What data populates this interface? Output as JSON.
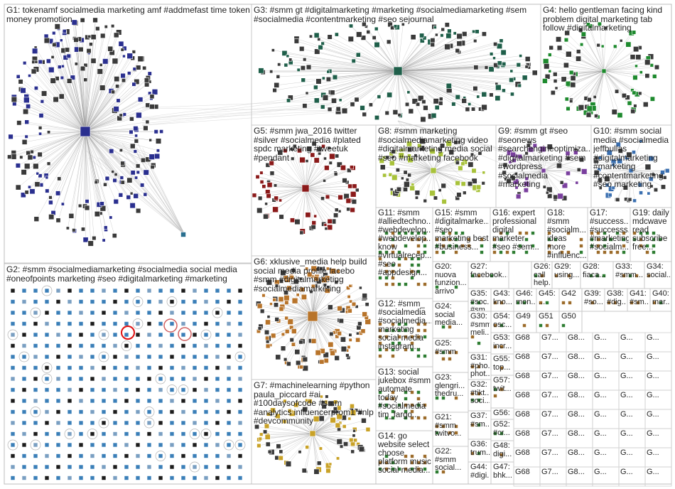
{
  "groups": [
    {
      "id": "G1",
      "title": "G1: tokenamf socialmedia marketing amf #addmefast time token money promotion",
      "accent": "#2a2f8f"
    },
    {
      "id": "G2",
      "title": "G2: #smm #socialmediamarketing #socialmedia social media #oneofpoints marketing #seo #digitalmarketing #marketing",
      "accent": "#3b7fb8"
    },
    {
      "id": "G3",
      "title": "G3: #smm gt #digitalmarketing #marketing #socialmediamarketing #sem #socialmedia #contentmarketing #seo sejournal",
      "accent": "#1f5f4a"
    },
    {
      "id": "G4",
      "title": "G4: hello gentleman facing kind problem digital marketing tab follow #digitalmarketing",
      "accent": "#1e8a2e"
    },
    {
      "id": "G5",
      "title": "G5: #smm jwa_2016 twitter #silver #socialmedia #plated spdc marketing #tweetuk #pendant",
      "accent": "#8b1a1a"
    },
    {
      "id": "G6",
      "title": "G6: xklusive_media help build social media profile facebo #smm #digitalmarketing #socialmediamarketing",
      "accent": "#b8742a"
    },
    {
      "id": "G7",
      "title": "G7: #machinelearning #python paula_piccard #ai #100daysofcode #smm #analytics influencerprom1 #nlp #devcommunity",
      "accent": "#c9a227"
    },
    {
      "id": "G8",
      "title": "G8: #smm marketing #socialmediamarketing video #digitalmarketing media social #seo #marketing facebook",
      "accent": "#a8c23a"
    },
    {
      "id": "G9",
      "title": "G9: #smm gt #seo #seonews #searchengineoptimiza... #digitalmarketing #sem #wordpress #socialmedia #marketing",
      "accent": "#7a3f9e"
    },
    {
      "id": "G10",
      "title": "G10: #smm social media #socialmedia jeffbullas #digitalmarketing #marketing #contentmarketing #seo marketing",
      "accent": "#3a6fb0"
    },
    {
      "id": "G11",
      "title": "G11: #smm #alliedtechno... #webdevelop... #webdevelop... know #virtualrecep... #seo #appdesign...",
      "accent": "#6a6a6a"
    },
    {
      "id": "G12",
      "title": "G12: #smm_ #socialmedia #socialmedia... marketing social media instagram...",
      "accent": "#4d4d4d"
    },
    {
      "id": "G13",
      "title": "G13: social jukebox #smm automate today #socialmedia tim_fargo...",
      "accent": "#4d4d4d"
    },
    {
      "id": "G14",
      "title": "G14: go website select choose platform music social media...",
      "accent": "#4d4d4d"
    },
    {
      "id": "G15",
      "title": "G15: #smm #digitalmarke... #seo marketing best #business...",
      "accent": "#4d4d4d"
    },
    {
      "id": "G16",
      "title": "G16: expert professional digital marketer #seo #sem...",
      "accent": "#4d4d4d"
    },
    {
      "id": "G17",
      "title": "G17: #success... #successs... #marketing #socialm...",
      "accent": "#4d4d4d"
    },
    {
      "id": "G18",
      "title": "G18: #smm #socialm... ideas more #influenc...",
      "accent": "#4d4d4d"
    },
    {
      "id": "G19",
      "title": "G19: daily mdcwave read subscribe free...",
      "accent": "#4d4d4d"
    },
    {
      "id": "G20",
      "title": "G20: nuova funzion... arrivo",
      "accent": "#4d4d4d"
    },
    {
      "id": "G21",
      "title": "G21: #smm twitvo...",
      "accent": "#4d4d4d"
    },
    {
      "id": "G22",
      "title": "G22: #smm social...",
      "accent": "#4d4d4d"
    },
    {
      "id": "G23",
      "title": "G23: glengri... thedru...",
      "accent": "#4d4d4d"
    },
    {
      "id": "G24",
      "title": "G24: social media...",
      "accent": "#4d4d4d"
    },
    {
      "id": "G25",
      "title": "G25: #smm",
      "accent": "#4d4d4d"
    },
    {
      "id": "G26",
      "title": "G26: call help...",
      "accent": "#4d4d4d"
    },
    {
      "id": "G27",
      "title": "G27: facebook...",
      "accent": "#4d4d4d"
    },
    {
      "id": "G28",
      "title": "G28: fiaca...",
      "accent": "#4d4d4d"
    },
    {
      "id": "G29",
      "title": "G29: using...",
      "accent": "#4d4d4d"
    },
    {
      "id": "G30",
      "title": "G30: #smm meli...",
      "accent": "#4d4d4d"
    },
    {
      "id": "G31",
      "title": "G31: #pho... phot...",
      "accent": "#4d4d4d"
    },
    {
      "id": "G32",
      "title": "G32: #tikt... soci...",
      "accent": "#4d4d4d"
    },
    {
      "id": "G33",
      "title": "G33: #smm...",
      "accent": "#4d4d4d"
    },
    {
      "id": "G34",
      "title": "G34: social...",
      "accent": "#4d4d4d"
    },
    {
      "id": "G35",
      "title": "G35: #soc... #sm...",
      "accent": "#4d4d4d"
    },
    {
      "id": "G36",
      "title": "G36: trum...",
      "accent": "#4d4d4d"
    },
    {
      "id": "G37",
      "title": "G37: #sm...",
      "accent": "#4d4d4d"
    },
    {
      "id": "G38",
      "title": "G38: #dig...",
      "accent": "#4d4d4d"
    },
    {
      "id": "G39",
      "title": "G39: #so...",
      "accent": "#4d4d4d"
    },
    {
      "id": "G40",
      "title": "G40: mar...",
      "accent": "#4d4d4d"
    },
    {
      "id": "G41",
      "title": "G41: #sm...",
      "accent": "#4d4d4d"
    },
    {
      "id": "G42",
      "title": "G42",
      "accent": "#4d4d4d"
    },
    {
      "id": "G43",
      "title": "G43: kno...",
      "accent": "#4d4d4d"
    },
    {
      "id": "G44",
      "title": "G44: #digi...",
      "accent": "#4d4d4d"
    },
    {
      "id": "G45",
      "title": "G45: ...",
      "accent": "#4d4d4d"
    },
    {
      "id": "G46",
      "title": "G46: mon...",
      "accent": "#4d4d4d"
    },
    {
      "id": "G47",
      "title": "G47: bhk...",
      "accent": "#4d4d4d"
    },
    {
      "id": "G48",
      "title": "G48: digi...",
      "accent": "#4d4d4d"
    },
    {
      "id": "G49",
      "title": "G49",
      "accent": "#4d4d4d"
    },
    {
      "id": "G50",
      "title": "G50",
      "accent": "#4d4d4d"
    },
    {
      "id": "G51",
      "title": "G51",
      "accent": "#4d4d4d"
    },
    {
      "id": "G52",
      "title": "G52: #cr...",
      "accent": "#4d4d4d"
    },
    {
      "id": "G53",
      "title": "G53: incr...",
      "accent": "#4d4d4d"
    },
    {
      "id": "G54",
      "title": "G54: osc...",
      "accent": "#4d4d4d"
    },
    {
      "id": "G55",
      "title": "G55: top...",
      "accent": "#4d4d4d"
    },
    {
      "id": "G56",
      "title": "G56: na...",
      "accent": "#4d4d4d"
    },
    {
      "id": "G57",
      "title": "G57: twit...",
      "accent": "#4d4d4d"
    }
  ],
  "tiny_labels": [
    "G68",
    "G7...",
    "G8...",
    "G...",
    "G...",
    "G..."
  ],
  "note_header": ""
}
